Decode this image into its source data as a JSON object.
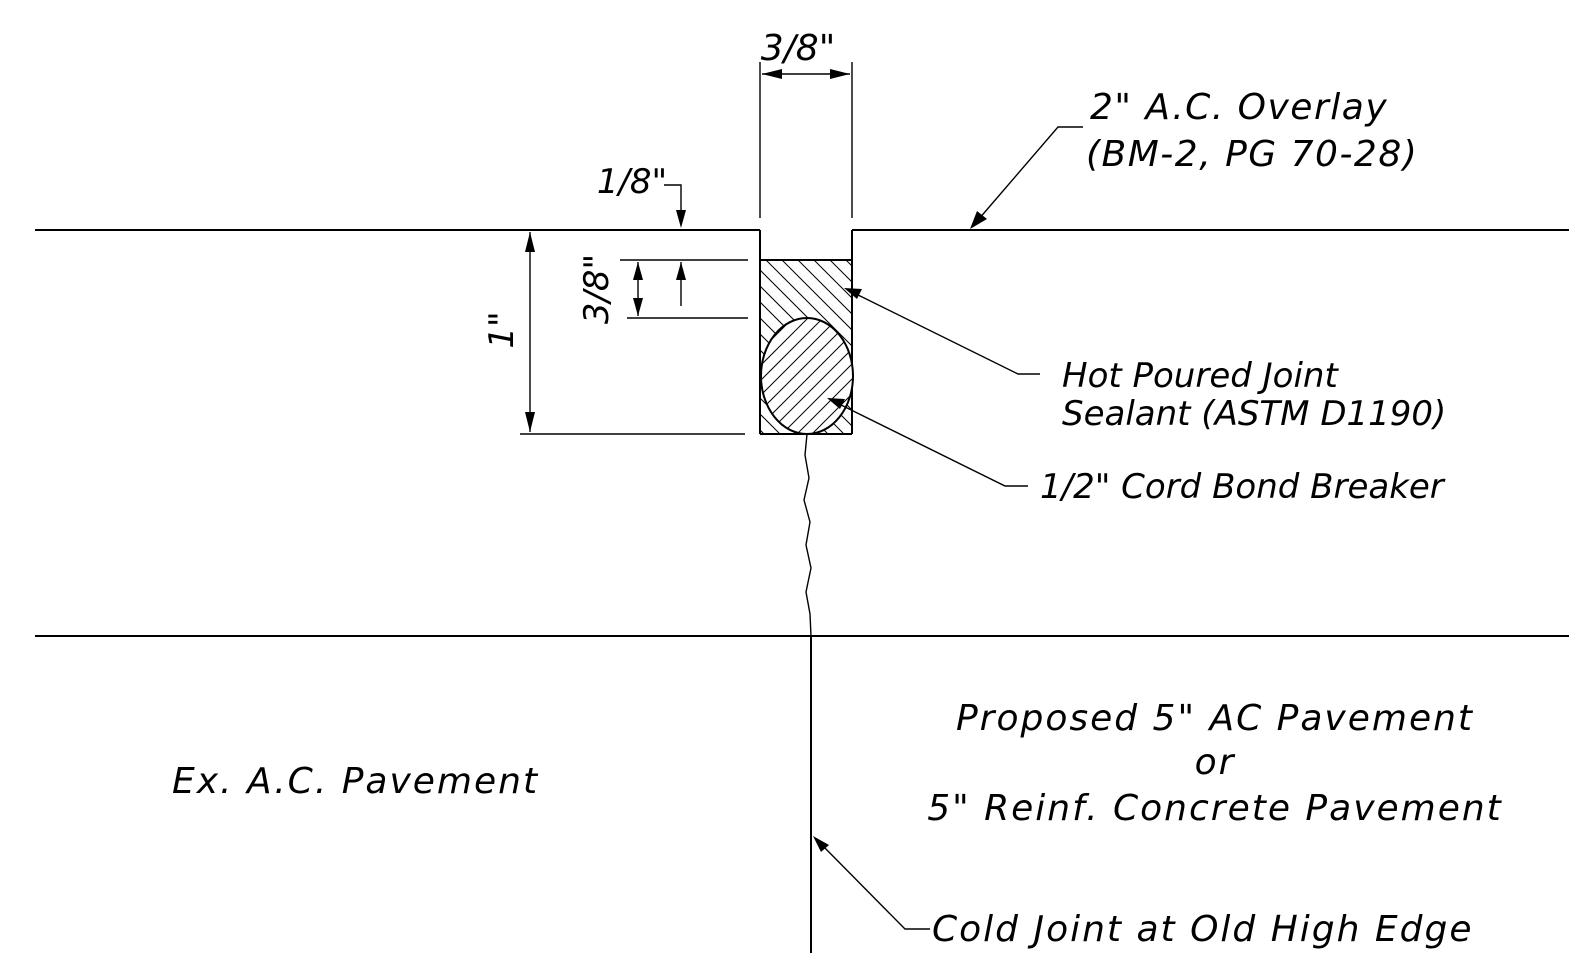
{
  "dimensions": {
    "joint_width": "3/8\"",
    "recess_depth": "1/8\"",
    "sealant_depth": "3/8\"",
    "overall_depth": "1\""
  },
  "callouts": {
    "overlay_line1": "2\" A.C. Overlay",
    "overlay_line2": "(BM-2, PG 70-28)",
    "sealant_line1": "Hot Poured Joint",
    "sealant_line2": "Sealant (ASTM D1190)",
    "cord": "1/2\" Cord Bond Breaker",
    "cold_joint": "Cold Joint at Old High Edge"
  },
  "regions": {
    "existing": "Ex. A.C. Pavement",
    "proposed_line1": "Proposed 5\" AC Pavement",
    "proposed_line2": "or",
    "proposed_line3": "5\" Reinf. Concrete Pavement"
  }
}
